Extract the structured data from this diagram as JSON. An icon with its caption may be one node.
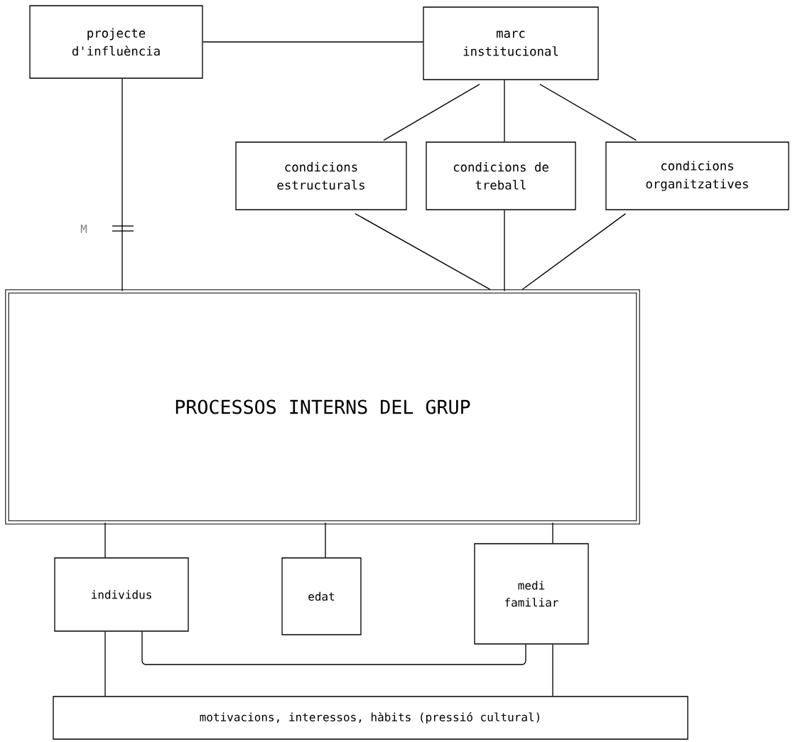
{
  "diagram": {
    "nodes": [
      {
        "text": [
          "projecte d'influència"
        ]
      },
      {
        "text": [
          "marc institucional"
        ]
      },
      {
        "text": [
          "condicions estructurals"
        ]
      },
      {
        "text": [
          "condicions de treball"
        ]
      },
      {
        "text": [
          "condicions organitzatives"
        ]
      },
      {
        "text": [
          "PROCESSOS INTERNS DEL GRUP"
        ]
      },
      {
        "text": [
          "individus"
        ]
      },
      {
        "text": [
          "edat"
        ]
      },
      {
        "text": [
          "medi familiar"
        ]
      },
      {
        "text": [
          "motivacions, interessos, hàbits (pressió cultural)"
        ]
      }
    ],
    "edges": [
      {
        "from": 0,
        "to": 1,
        "arrow": "none"
      },
      {
        "from": 0,
        "to": 5,
        "arrow": "none",
        "label": "M"
      },
      {
        "from": 1,
        "to": 2,
        "arrow": "none"
      },
      {
        "from": 1,
        "to": 3,
        "arrow": "none"
      },
      {
        "from": 1,
        "to": 4,
        "arrow": "none"
      },
      {
        "from": 2,
        "to": 5,
        "arrow": "none"
      },
      {
        "from": 3,
        "to": 5,
        "arrow": "none"
      },
      {
        "from": 4,
        "to": 5,
        "arrow": "none"
      },
      {
        "from": 5,
        "to": 6,
        "arrow": "none"
      },
      {
        "from": 5,
        "to": 7,
        "arrow": "none"
      },
      {
        "from": 5,
        "to": 8,
        "arrow": "none"
      },
      {
        "from": 6,
        "to": 8,
        "arrow": "none"
      },
      {
        "from": 6,
        "to": 9,
        "arrow": "none"
      },
      {
        "from": 8,
        "to": 9,
        "arrow": "none"
      }
    ]
  }
}
